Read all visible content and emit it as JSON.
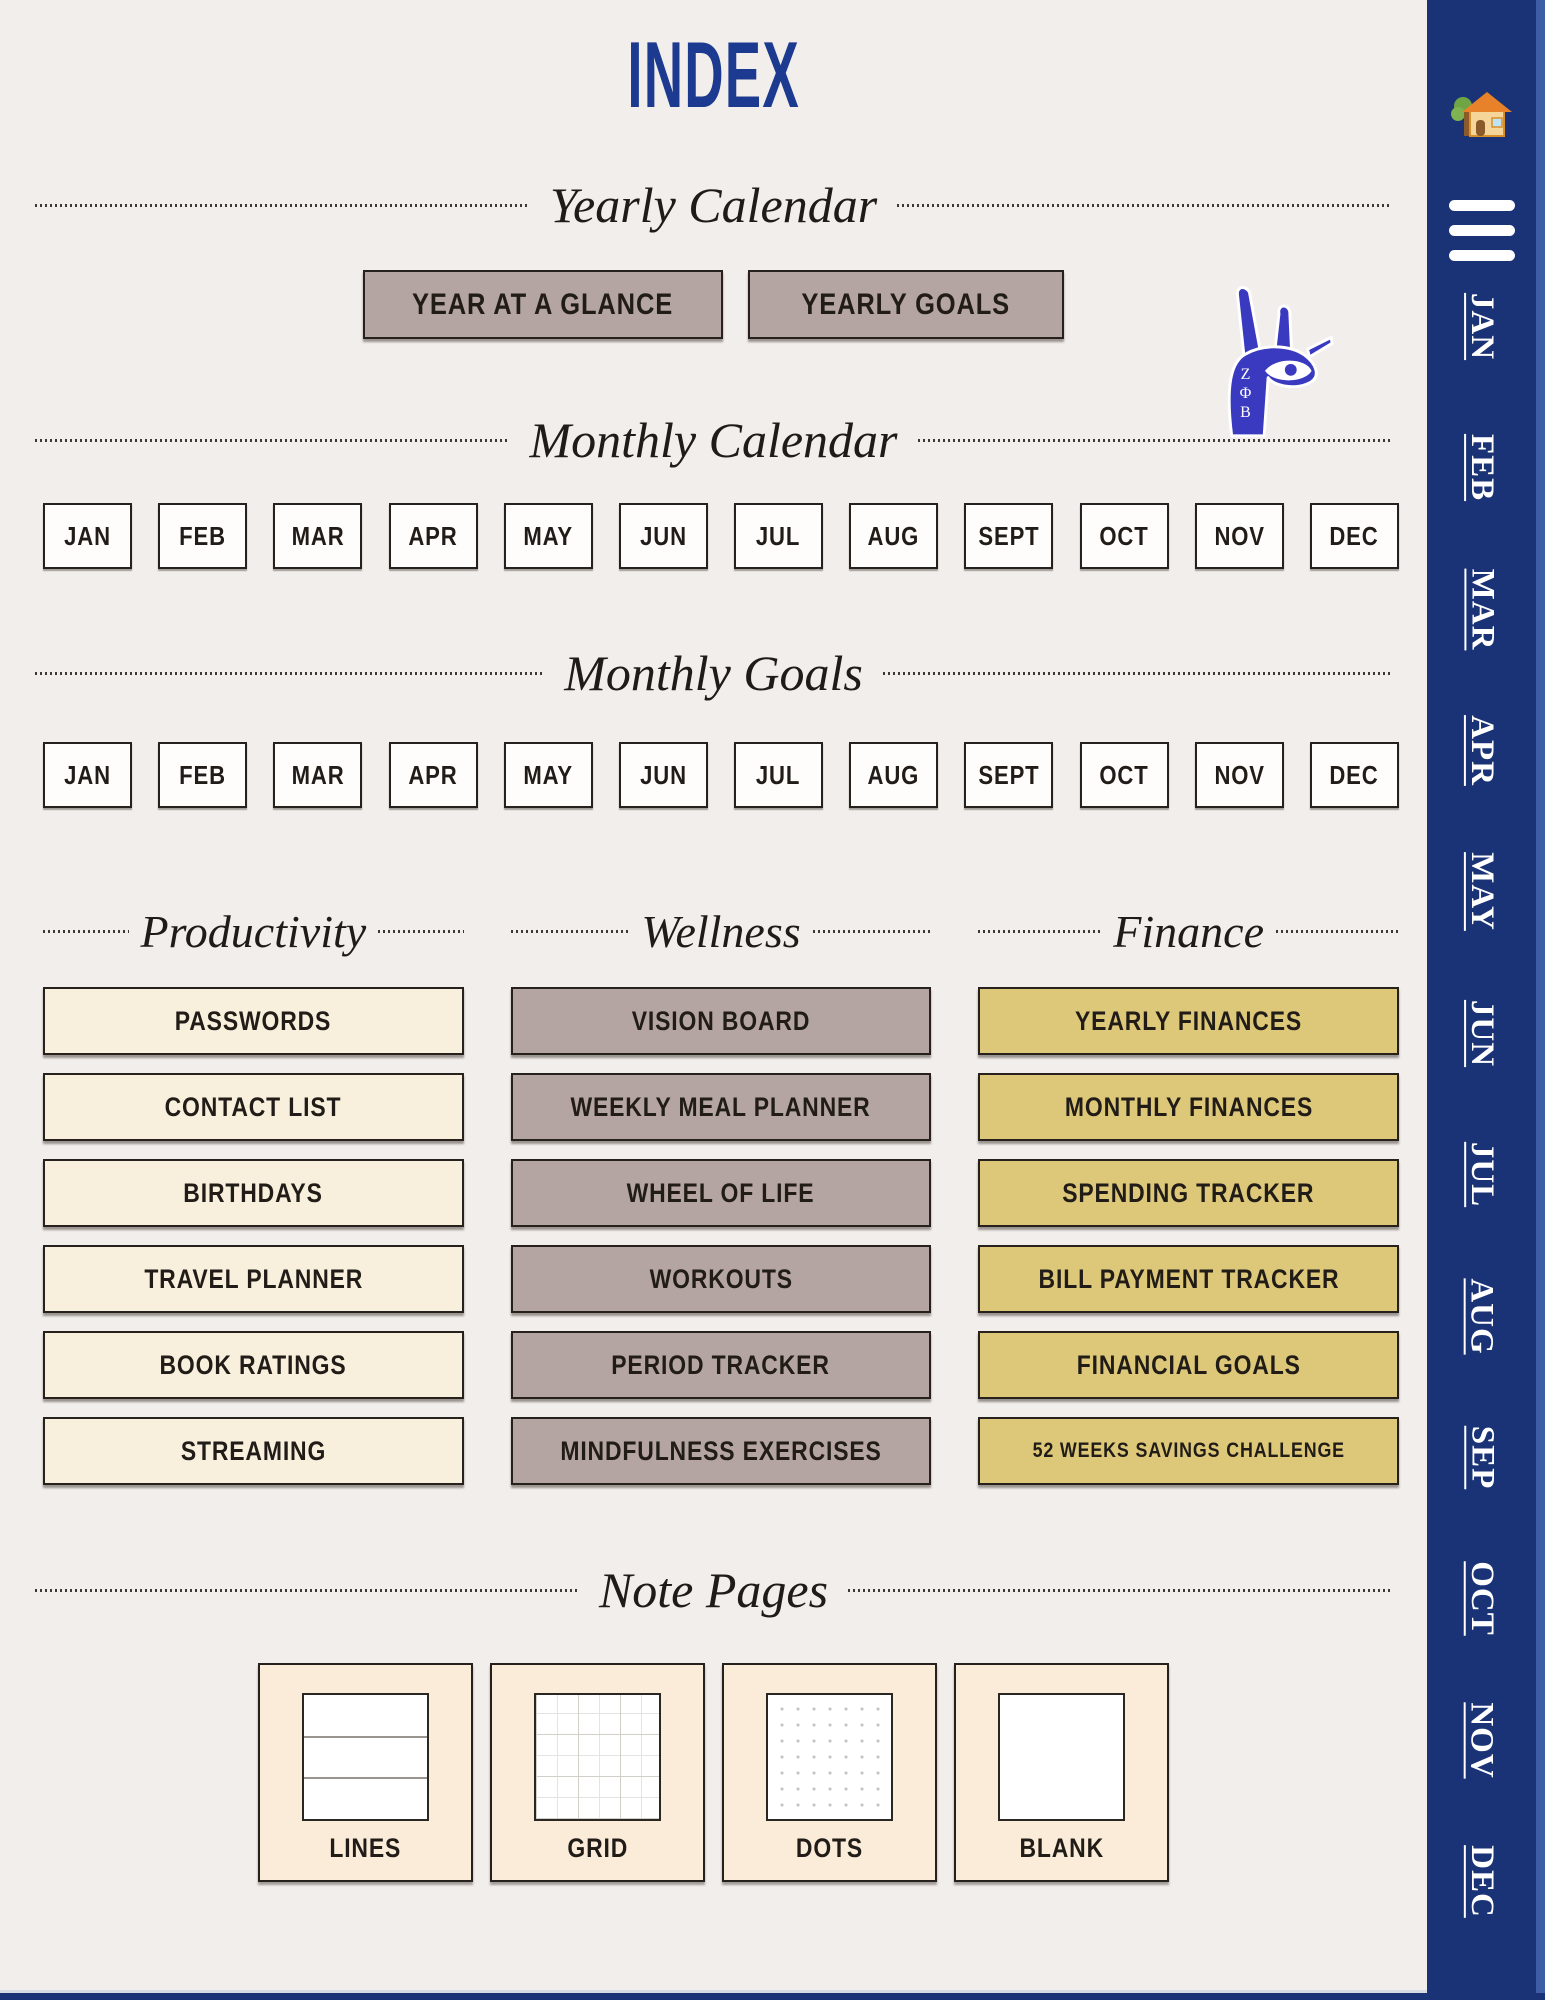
{
  "title": "INDEX",
  "sections": {
    "yearly_calendar": {
      "heading": "Yearly Calendar",
      "buttons": [
        "YEAR AT A GLANCE",
        "YEARLY GOALS"
      ]
    },
    "monthly_calendar": {
      "heading": "Monthly Calendar"
    },
    "monthly_goals": {
      "heading": "Monthly Goals"
    },
    "note_pages": {
      "heading": "Note Pages"
    }
  },
  "months_row": [
    "JAN",
    "FEB",
    "MAR",
    "APR",
    "MAY",
    "JUN",
    "JUL",
    "AUG",
    "SEPT",
    "OCT",
    "NOV",
    "DEC"
  ],
  "categories": [
    {
      "heading": "Productivity",
      "items": [
        "PASSWORDS",
        "CONTACT LIST",
        "BIRTHDAYS",
        "TRAVEL PLANNER",
        "BOOK RATINGS",
        "STREAMING"
      ]
    },
    {
      "heading": "Wellness",
      "items": [
        "VISION BOARD",
        "WEEKLY MEAL PLANNER",
        "WHEEL OF LIFE",
        "WORKOUTS",
        "PERIOD TRACKER",
        "MINDFULNESS EXERCISES"
      ]
    },
    {
      "heading": "Finance",
      "items": [
        "YEARLY FINANCES",
        "MONTHLY FINANCES",
        "SPENDING TRACKER",
        "BILL PAYMENT TRACKER",
        "FINANCIAL GOALS",
        "52 WEEKS SAVINGS CHALLENGE"
      ]
    }
  ],
  "note_tiles": [
    {
      "label": "LINES",
      "pattern": "pat-lines"
    },
    {
      "label": "GRID",
      "pattern": "pat-grid"
    },
    {
      "label": "DOTS",
      "pattern": "pat-dots"
    },
    {
      "label": "BLANK",
      "pattern": "pat-blank"
    }
  ],
  "sidebar": {
    "months": [
      "JAN",
      "FEB",
      "MAR",
      "APR",
      "MAY",
      "JUN",
      "JUL",
      "AUG",
      "SEP",
      "OCT",
      "NOV",
      "DEC"
    ]
  },
  "hand_badge": {
    "letters": "ΖΦΒ"
  },
  "colors": {
    "background": "#f2eeec",
    "navy": "#1a3377",
    "navy_light_strip": "#3f5ca6",
    "title_blue": "#1c3a8f",
    "taupe": "#b5a5a2",
    "cream": "#f8f0dc",
    "gold": "#dcc878",
    "tile_cream": "#faecd8",
    "text_dark": "#211c17"
  }
}
